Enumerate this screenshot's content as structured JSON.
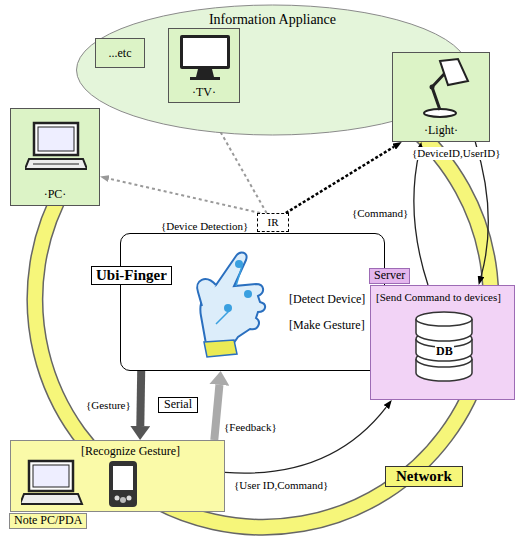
{
  "diagram": {
    "nodes": [
      {
        "text": [
          "Information Appliance"
        ]
      },
      {
        "text": [
          "...etc"
        ],
        "in": 0
      },
      {
        "text": [
          "·TV·"
        ],
        "in": 0
      },
      {
        "text": [
          "·PC·"
        ]
      },
      {
        "text": [
          "·Light·"
        ]
      },
      {
        "text": [
          "IR"
        ]
      },
      {
        "text": [
          "Ubi-Finger",
          "[Detect Device]",
          "[Make Gesture]"
        ]
      },
      {
        "text": [
          "Server",
          "[Send Command to devices]"
        ]
      },
      {
        "text": [
          "[Recognize Gesture]",
          "Note PC/PDA"
        ]
      }
    ],
    "edges": [
      {
        "from": 5,
        "to": 3,
        "arrow": "to"
      },
      {
        "from": 5,
        "to": 2,
        "arrow": "to"
      },
      {
        "from": 5,
        "to": 4,
        "arrow": "to"
      },
      {
        "from": 6,
        "to": 8,
        "label": "{Gesture}",
        "arrow": "to"
      },
      {
        "from": 8,
        "to": 6,
        "label": "{Feedback}",
        "arrow": "to"
      },
      {
        "from": 8,
        "to": 7,
        "label": "{User ID,Command}",
        "arrow": "to"
      },
      {
        "from": 4,
        "to": 7,
        "label": "{DeviceID,UserID}",
        "arrow": "to"
      },
      {
        "from": 7,
        "to": 4,
        "label": "{Command}",
        "arrow": "to"
      }
    ],
    "labels": [
      "{Device Detection}",
      "Serial",
      "DB",
      "Network"
    ]
  }
}
